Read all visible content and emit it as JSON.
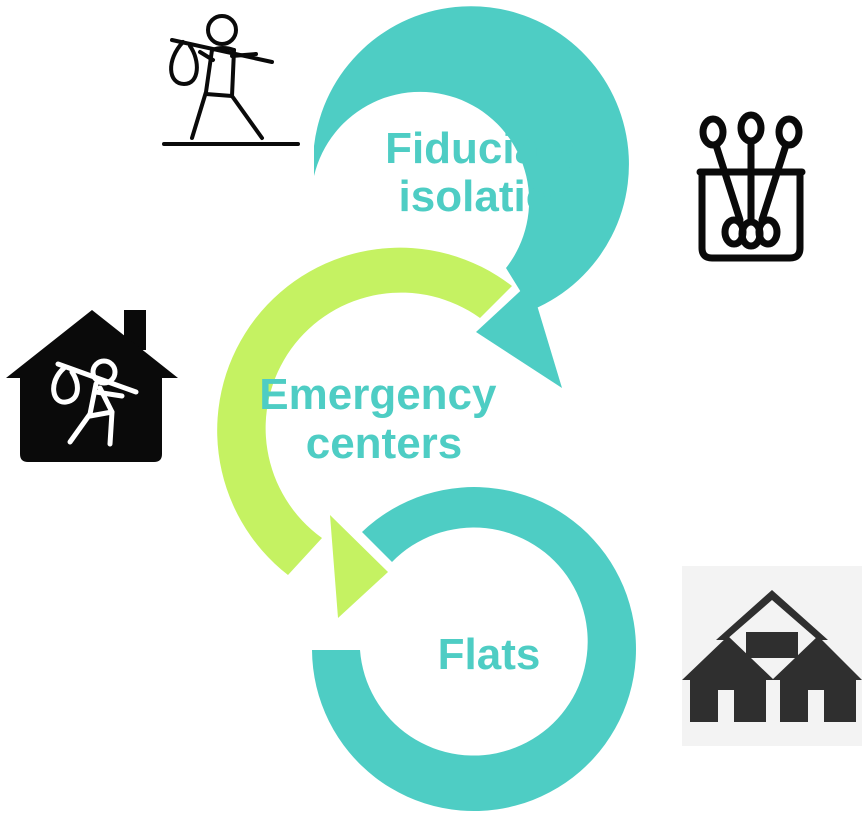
{
  "diagram": {
    "stages": [
      {
        "lines": [
          "Fiduciary",
          "isolation"
        ],
        "color": "#4ecdc4",
        "icon": "traveler-icon"
      },
      {
        "lines": [
          "Emergency",
          "centers"
        ],
        "color": "#c5f262",
        "icon": "house-traveler-icon"
      },
      {
        "lines": [
          "Flats"
        ],
        "color": "#4ecdc4",
        "icon": "houses-icon"
      }
    ],
    "extra_icons": [
      "cotton-swabs-icon"
    ],
    "colors": {
      "teal": "#4ecdc4",
      "lime": "#c5f262",
      "icon": "#0a0a0a",
      "houses": "#2f2f2f",
      "houses_bg": "#f3f3f3"
    }
  }
}
